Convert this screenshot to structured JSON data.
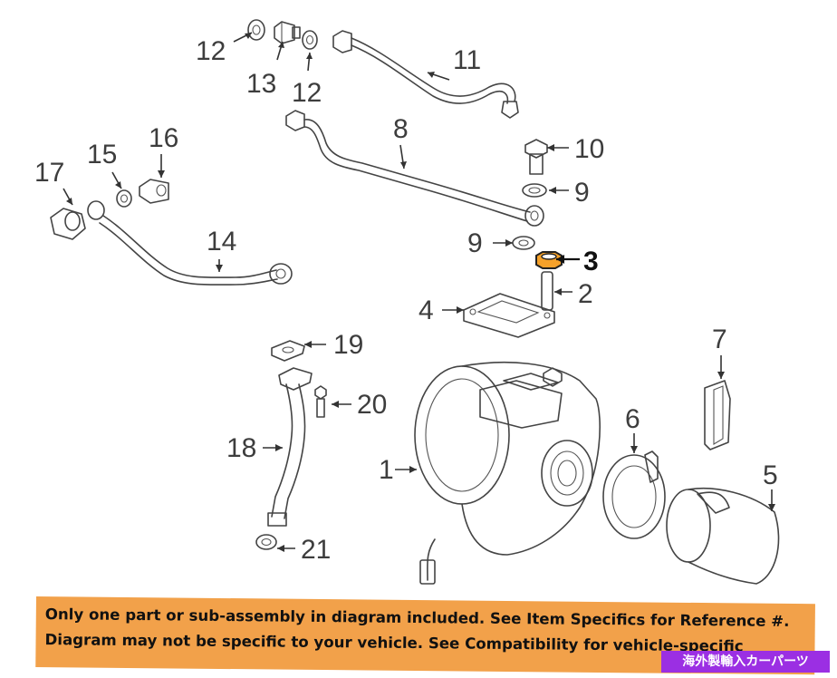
{
  "callouts": {
    "c1": "1",
    "c2": "2",
    "c3": "3",
    "c4": "4",
    "c5": "5",
    "c6": "6",
    "c7": "7",
    "c8": "8",
    "c9a": "9",
    "c9b": "9",
    "c10": "10",
    "c11": "11",
    "c12a": "12",
    "c12b": "12",
    "c13": "13",
    "c14": "14",
    "c15": "15",
    "c16": "16",
    "c17": "17",
    "c18": "18",
    "c19": "19",
    "c20": "20",
    "c21": "21"
  },
  "highlighted_callout": "3",
  "banner": {
    "line1": "Only one part or sub-assembly in diagram included. See Item Specifics for Reference #.",
    "line2": "Diagram may not be specific to your vehicle. See Compatibility for vehicle-specific",
    "color": "#f2a14a"
  },
  "badge": {
    "text": "海外製輸入カーパーツ",
    "color": "#9b2fe3"
  }
}
